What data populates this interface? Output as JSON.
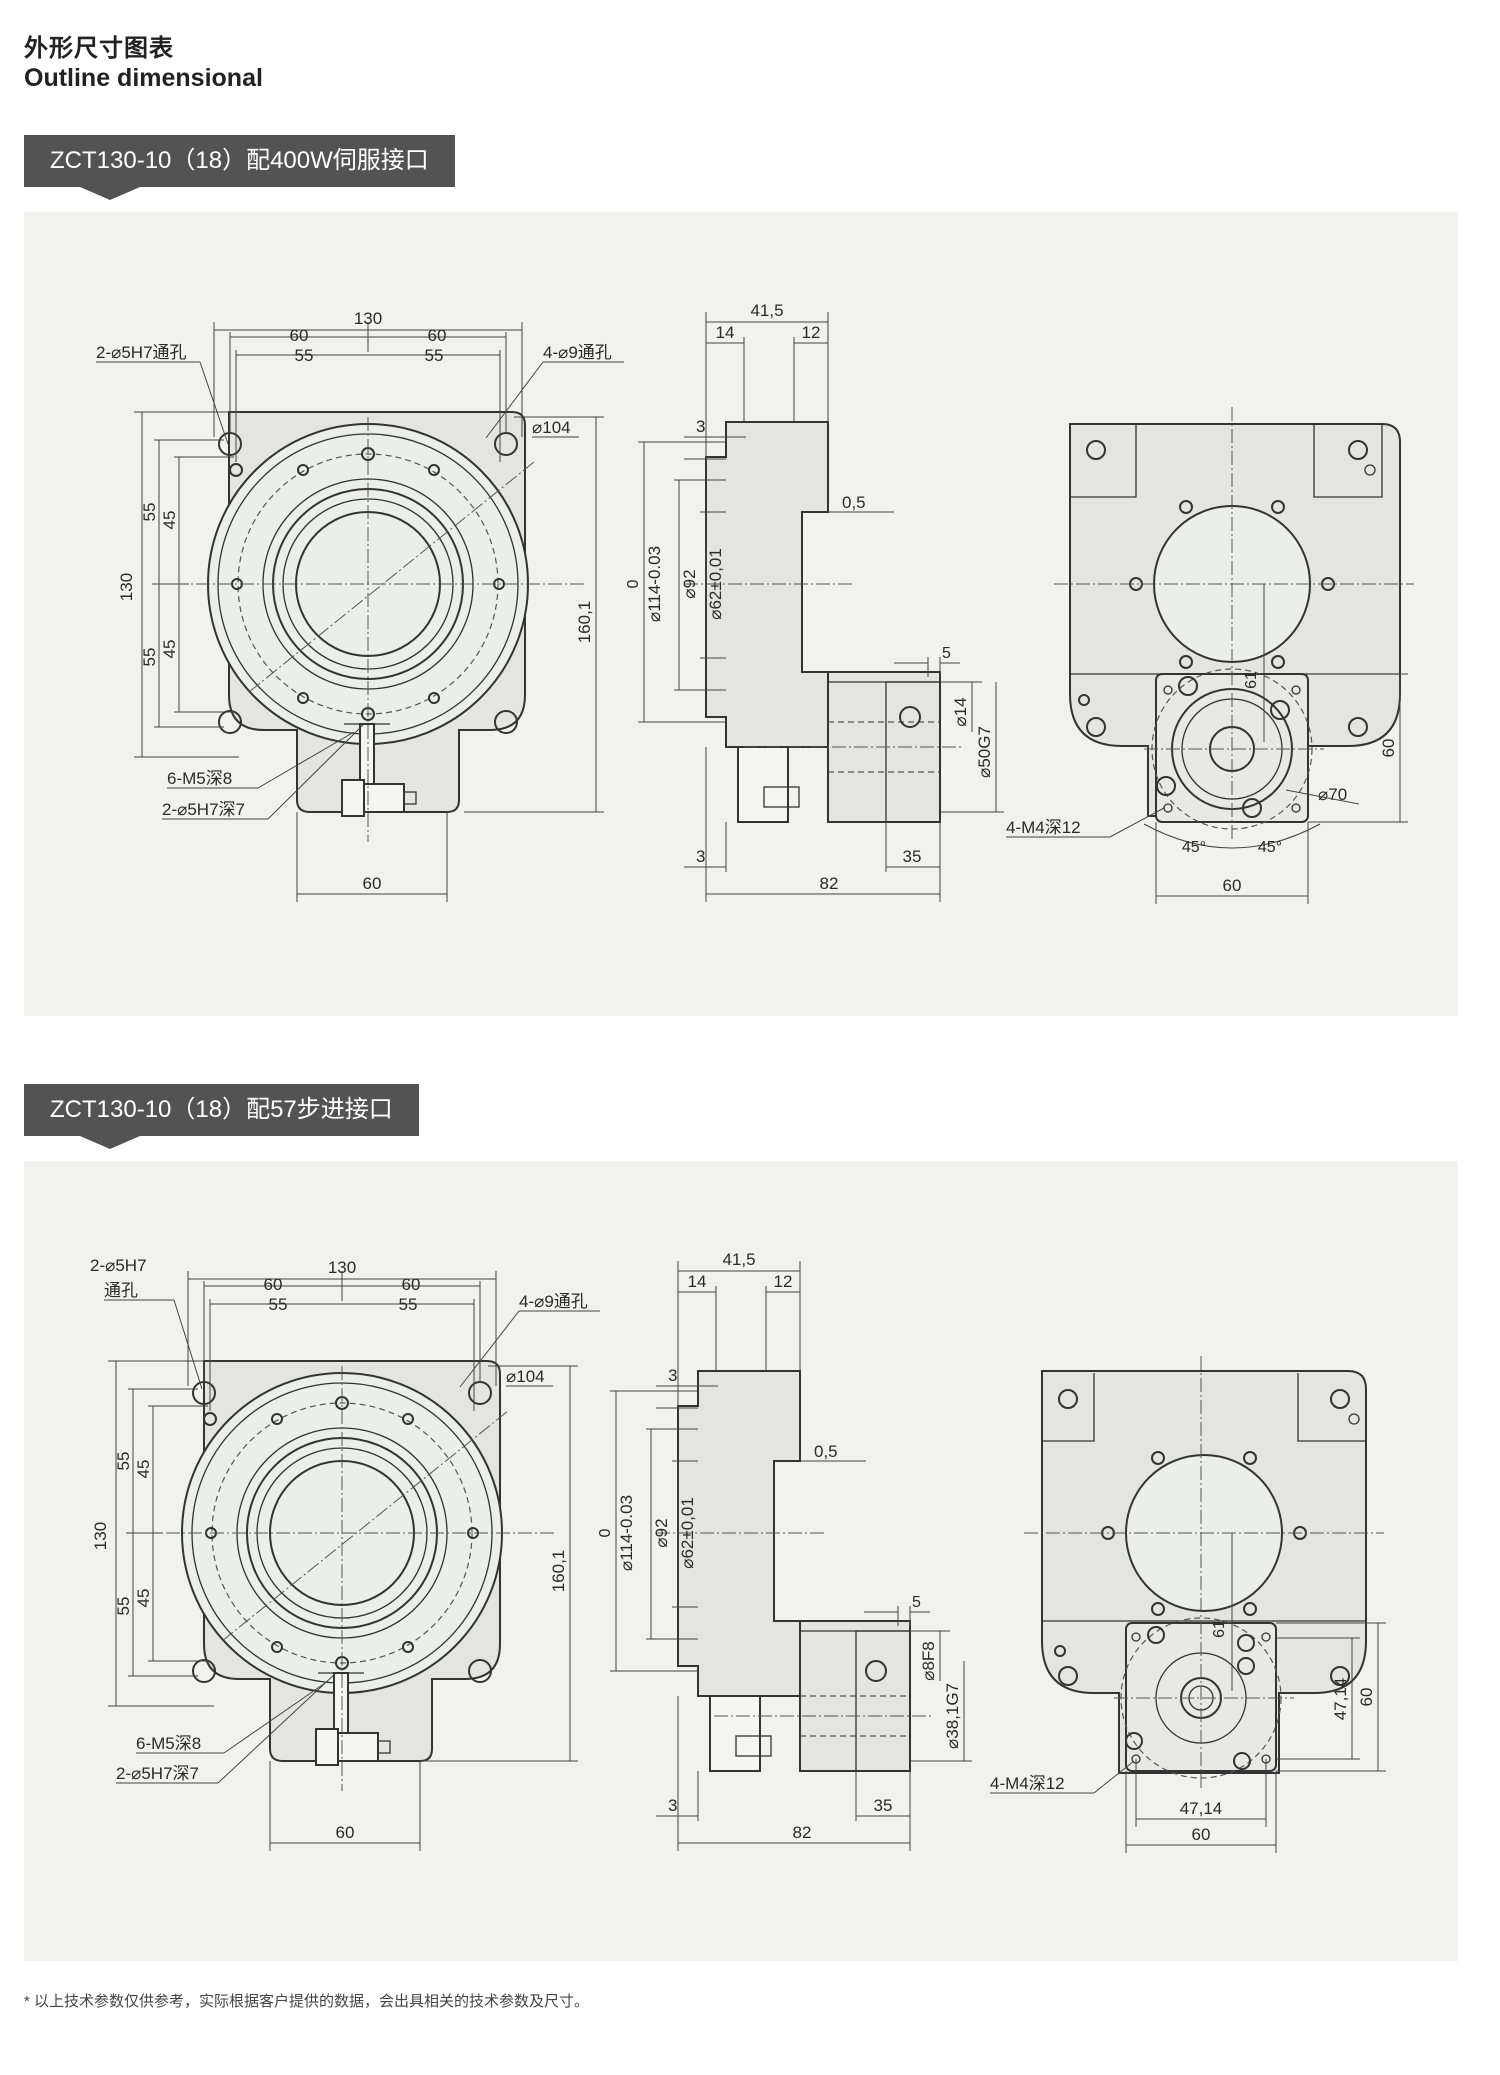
{
  "header": {
    "title_cn": "外形尺寸图表",
    "title_en": "Outline dimensional"
  },
  "section1": {
    "title": "ZCT130-10（18）配400W伺服接口",
    "front": {
      "w130": "130",
      "w60a": "60",
      "w60b": "60",
      "w55a": "55",
      "w55b": "55",
      "hole_left": "2-⌀5H7通孔",
      "hole_right": "4-⌀9通孔",
      "pcd": "⌀104",
      "h130": "130",
      "h55a": "55",
      "h45a": "45",
      "h55b": "55",
      "h45b": "45",
      "h160": "160,1",
      "m5": "6-M5深8",
      "pin": "2-⌀5H7深7",
      "base60": "60"
    },
    "side": {
      "w415": "41,5",
      "w14": "14",
      "w12": "12",
      "d3": "3",
      "d05": "0,5",
      "d0": "0",
      "d114": "⌀114-0.03",
      "d92": "⌀92",
      "d62": "⌀62±0,01",
      "d5": "5",
      "d14": "⌀14",
      "d50": "⌀50G7",
      "b3": "3",
      "b35": "35",
      "b82": "82"
    },
    "back": {
      "h61": "61",
      "h60": "60",
      "d70": "⌀70",
      "m4": "4-M4深12",
      "a1": "45°",
      "a2": "45°",
      "w60": "60"
    }
  },
  "section2": {
    "title": "ZCT130-10（18）配57步进接口",
    "front": {
      "w130": "130",
      "w60a": "60",
      "w60b": "60",
      "w55a": "55",
      "w55b": "55",
      "hole_left_1": "2-⌀5H7",
      "hole_left_2": "通孔",
      "hole_right": "4-⌀9通孔",
      "pcd": "⌀104",
      "h130": "130",
      "h55a": "55",
      "h45a": "45",
      "h55b": "55",
      "h45b": "45",
      "h160": "160,1",
      "m5": "6-M5深8",
      "pin": "2-⌀5H7深7",
      "base60": "60"
    },
    "side": {
      "w415": "41,5",
      "w14": "14",
      "w12": "12",
      "d3": "3",
      "d05": "0,5",
      "d0": "0",
      "d114": "⌀114-0.03",
      "d92": "⌀92",
      "d62": "⌀62±0,01",
      "d5": "5",
      "d8": "⌀8F8",
      "d38": "⌀38,1G7",
      "b3": "3",
      "b35": "35",
      "b82": "82"
    },
    "back": {
      "h61": "61",
      "h4714": "47,14",
      "h60": "60",
      "m4": "4-M4深12",
      "w4714": "47,14",
      "w60": "60"
    }
  },
  "footnote": "*  以上技术参数仅供参考，实际根据客户提供的数据，会出具相关的技术参数及尺寸。"
}
